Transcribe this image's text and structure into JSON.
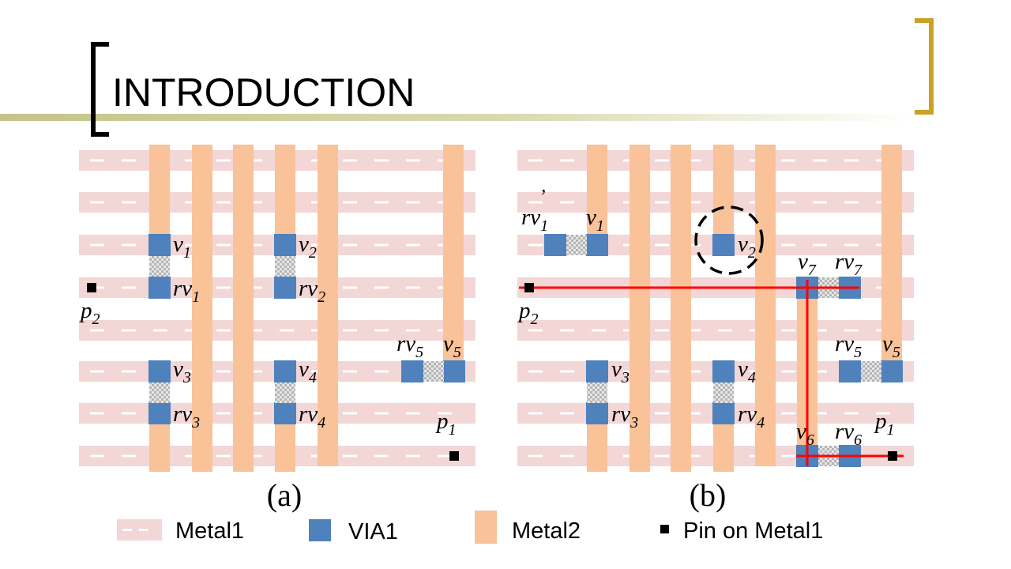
{
  "slide": {
    "title": "INTRODUCTION"
  },
  "colors": {
    "metal1": "#f3d6d6",
    "metal1_dash": "#ffffff",
    "via1": "#4f81bd",
    "metal2": "#f9c298",
    "pin": "#000000",
    "route": "#ff0000",
    "bracket_left": "#000000",
    "bracket_right": "#c9a227",
    "rule_line": "#c4c48a"
  },
  "diagram": {
    "panel_a": {
      "caption": "(a)",
      "labels": [
        {
          "base": "v",
          "sub": "1"
        },
        {
          "base": "rv",
          "sub": "1"
        },
        {
          "base": "v",
          "sub": "2"
        },
        {
          "base": "rv",
          "sub": "2"
        },
        {
          "base": "v",
          "sub": "3"
        },
        {
          "base": "rv",
          "sub": "3"
        },
        {
          "base": "v",
          "sub": "4"
        },
        {
          "base": "rv",
          "sub": "4"
        },
        {
          "base": "rv",
          "sub": "5"
        },
        {
          "base": "v",
          "sub": "5"
        },
        {
          "base": "p",
          "sub": "1"
        },
        {
          "base": "p",
          "sub": "2"
        }
      ]
    },
    "panel_b": {
      "caption": "(b)",
      "labels": [
        {
          "base": "rv",
          "sub": "1",
          "sup": "’"
        },
        {
          "base": "v",
          "sub": "1"
        },
        {
          "base": "v",
          "sub": "2"
        },
        {
          "base": "v",
          "sub": "7"
        },
        {
          "base": "rv",
          "sub": "7"
        },
        {
          "base": "p",
          "sub": "2"
        },
        {
          "base": "rv",
          "sub": "5"
        },
        {
          "base": "v",
          "sub": "5"
        },
        {
          "base": "v",
          "sub": "3"
        },
        {
          "base": "rv",
          "sub": "3"
        },
        {
          "base": "v",
          "sub": "4"
        },
        {
          "base": "rv",
          "sub": "4"
        },
        {
          "base": "v",
          "sub": "6"
        },
        {
          "base": "rv",
          "sub": "6"
        },
        {
          "base": "p",
          "sub": "1"
        }
      ]
    }
  },
  "legend": {
    "metal1": "Metal1",
    "via1": "VIA1",
    "metal2": "Metal2",
    "pin": "Pin on Metal1"
  }
}
